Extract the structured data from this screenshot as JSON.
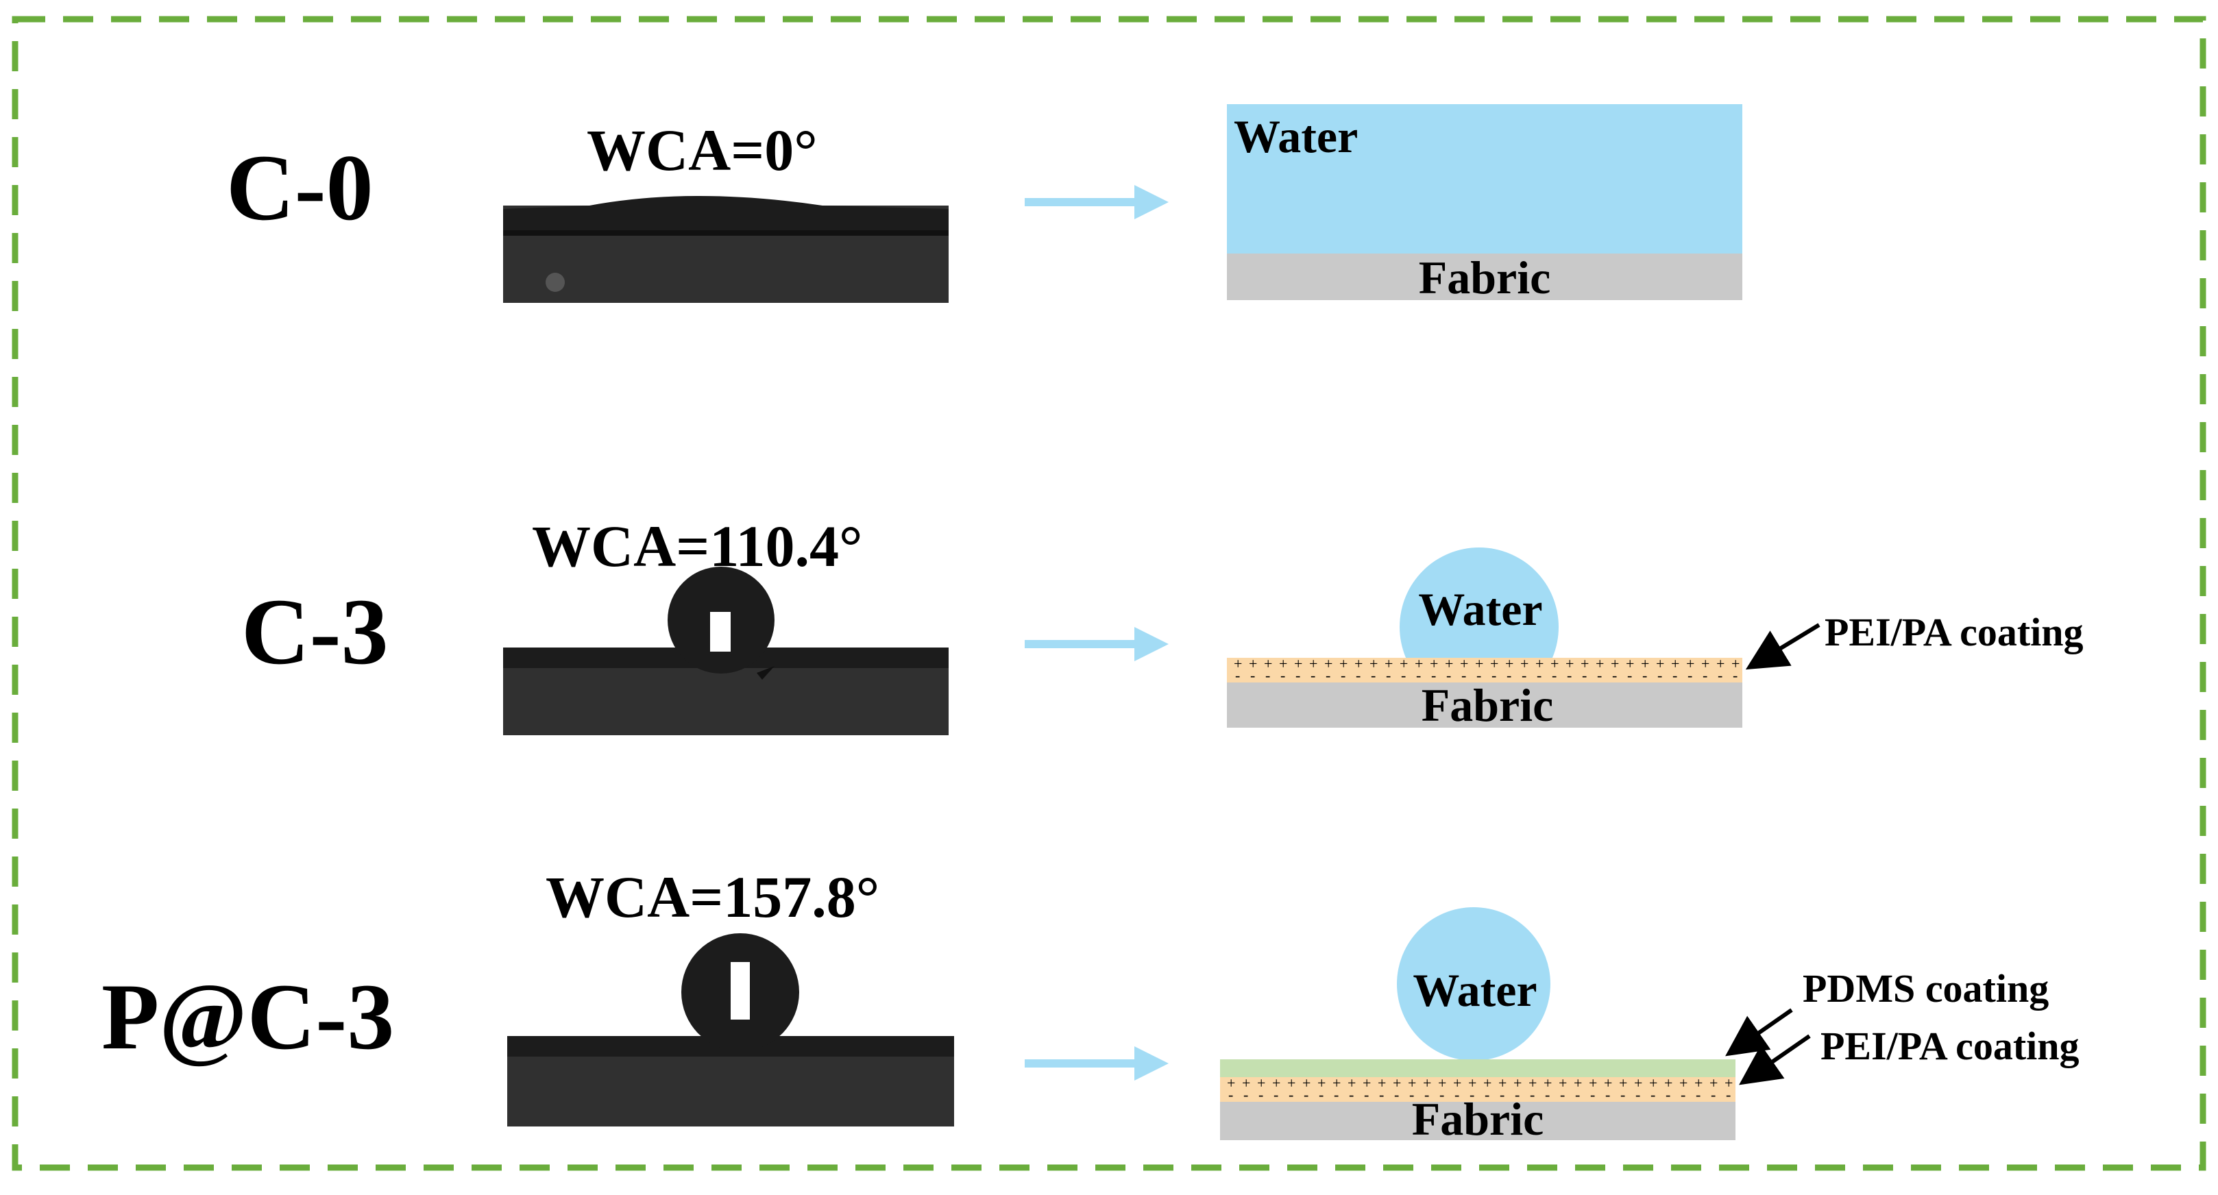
{
  "colors": {
    "frame": "#6aad3c",
    "water": "#a3dcf5",
    "fabric": "#c9c9c9",
    "pei_pa": "#fbd8a8",
    "pdms": "#c5e0b0",
    "arrow": "#a3dcf5",
    "photo_dark": "#1c1c1c",
    "photo_base": "#303030"
  },
  "rows": [
    {
      "sample": "C-0",
      "wca": "WCA=0°",
      "water_label": "Water",
      "fabric_label": "Fabric",
      "coatings": []
    },
    {
      "sample": "C-3",
      "wca": "WCA=110.4°",
      "water_label": "Water",
      "fabric_label": "Fabric",
      "coatings": [
        "PEI/PA coating"
      ]
    },
    {
      "sample": "P@C-3",
      "wca": "WCA=157.8°",
      "water_label": "Water",
      "fabric_label": "Fabric",
      "coatings": [
        "PDMS coating",
        "PEI/PA coating"
      ]
    }
  ],
  "charge_glyphs": {
    "top": "+",
    "bottom": "-"
  }
}
